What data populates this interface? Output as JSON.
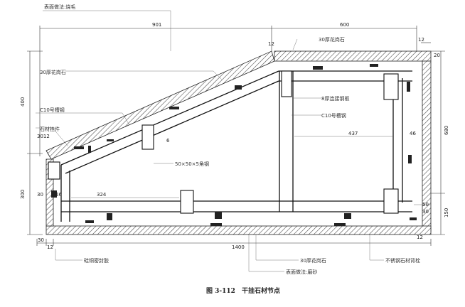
{
  "labels": {
    "top_finish": "表面做法:烧毛",
    "bottom_finish": "表面做法:磨砂",
    "granite_top_right": "30厚花岗石",
    "granite_top_left": "30厚花岗石",
    "granite_bottom": "30厚花岗石",
    "channel_left": "C10号槽钢",
    "channel_mid": "C10号槽钢",
    "stone_hanger": "石材挂件",
    "plate": "8厚连接钢板",
    "angle_steel": "50×50×5角钢",
    "sealant": "硅铜密封胶",
    "back_bolt": "不锈钢石材背栓"
  },
  "dims": {
    "d901": "901",
    "d600": "600",
    "d12a": "12",
    "d12b": "12",
    "d12c": "12",
    "d12d": "12",
    "d30a": "30",
    "d30b": "30",
    "d3012": "3012",
    "d400": "400",
    "d300": "300",
    "d680": "680",
    "d150": "150",
    "d46a": "46",
    "d46b": "46",
    "d437": "437",
    "d324": "324",
    "d1400": "1400",
    "d6": "6",
    "d50": "50",
    "d30c": "30",
    "d20": "20"
  },
  "caption": {
    "figure_no": "图 3-112",
    "title": "干挂石材节点"
  }
}
